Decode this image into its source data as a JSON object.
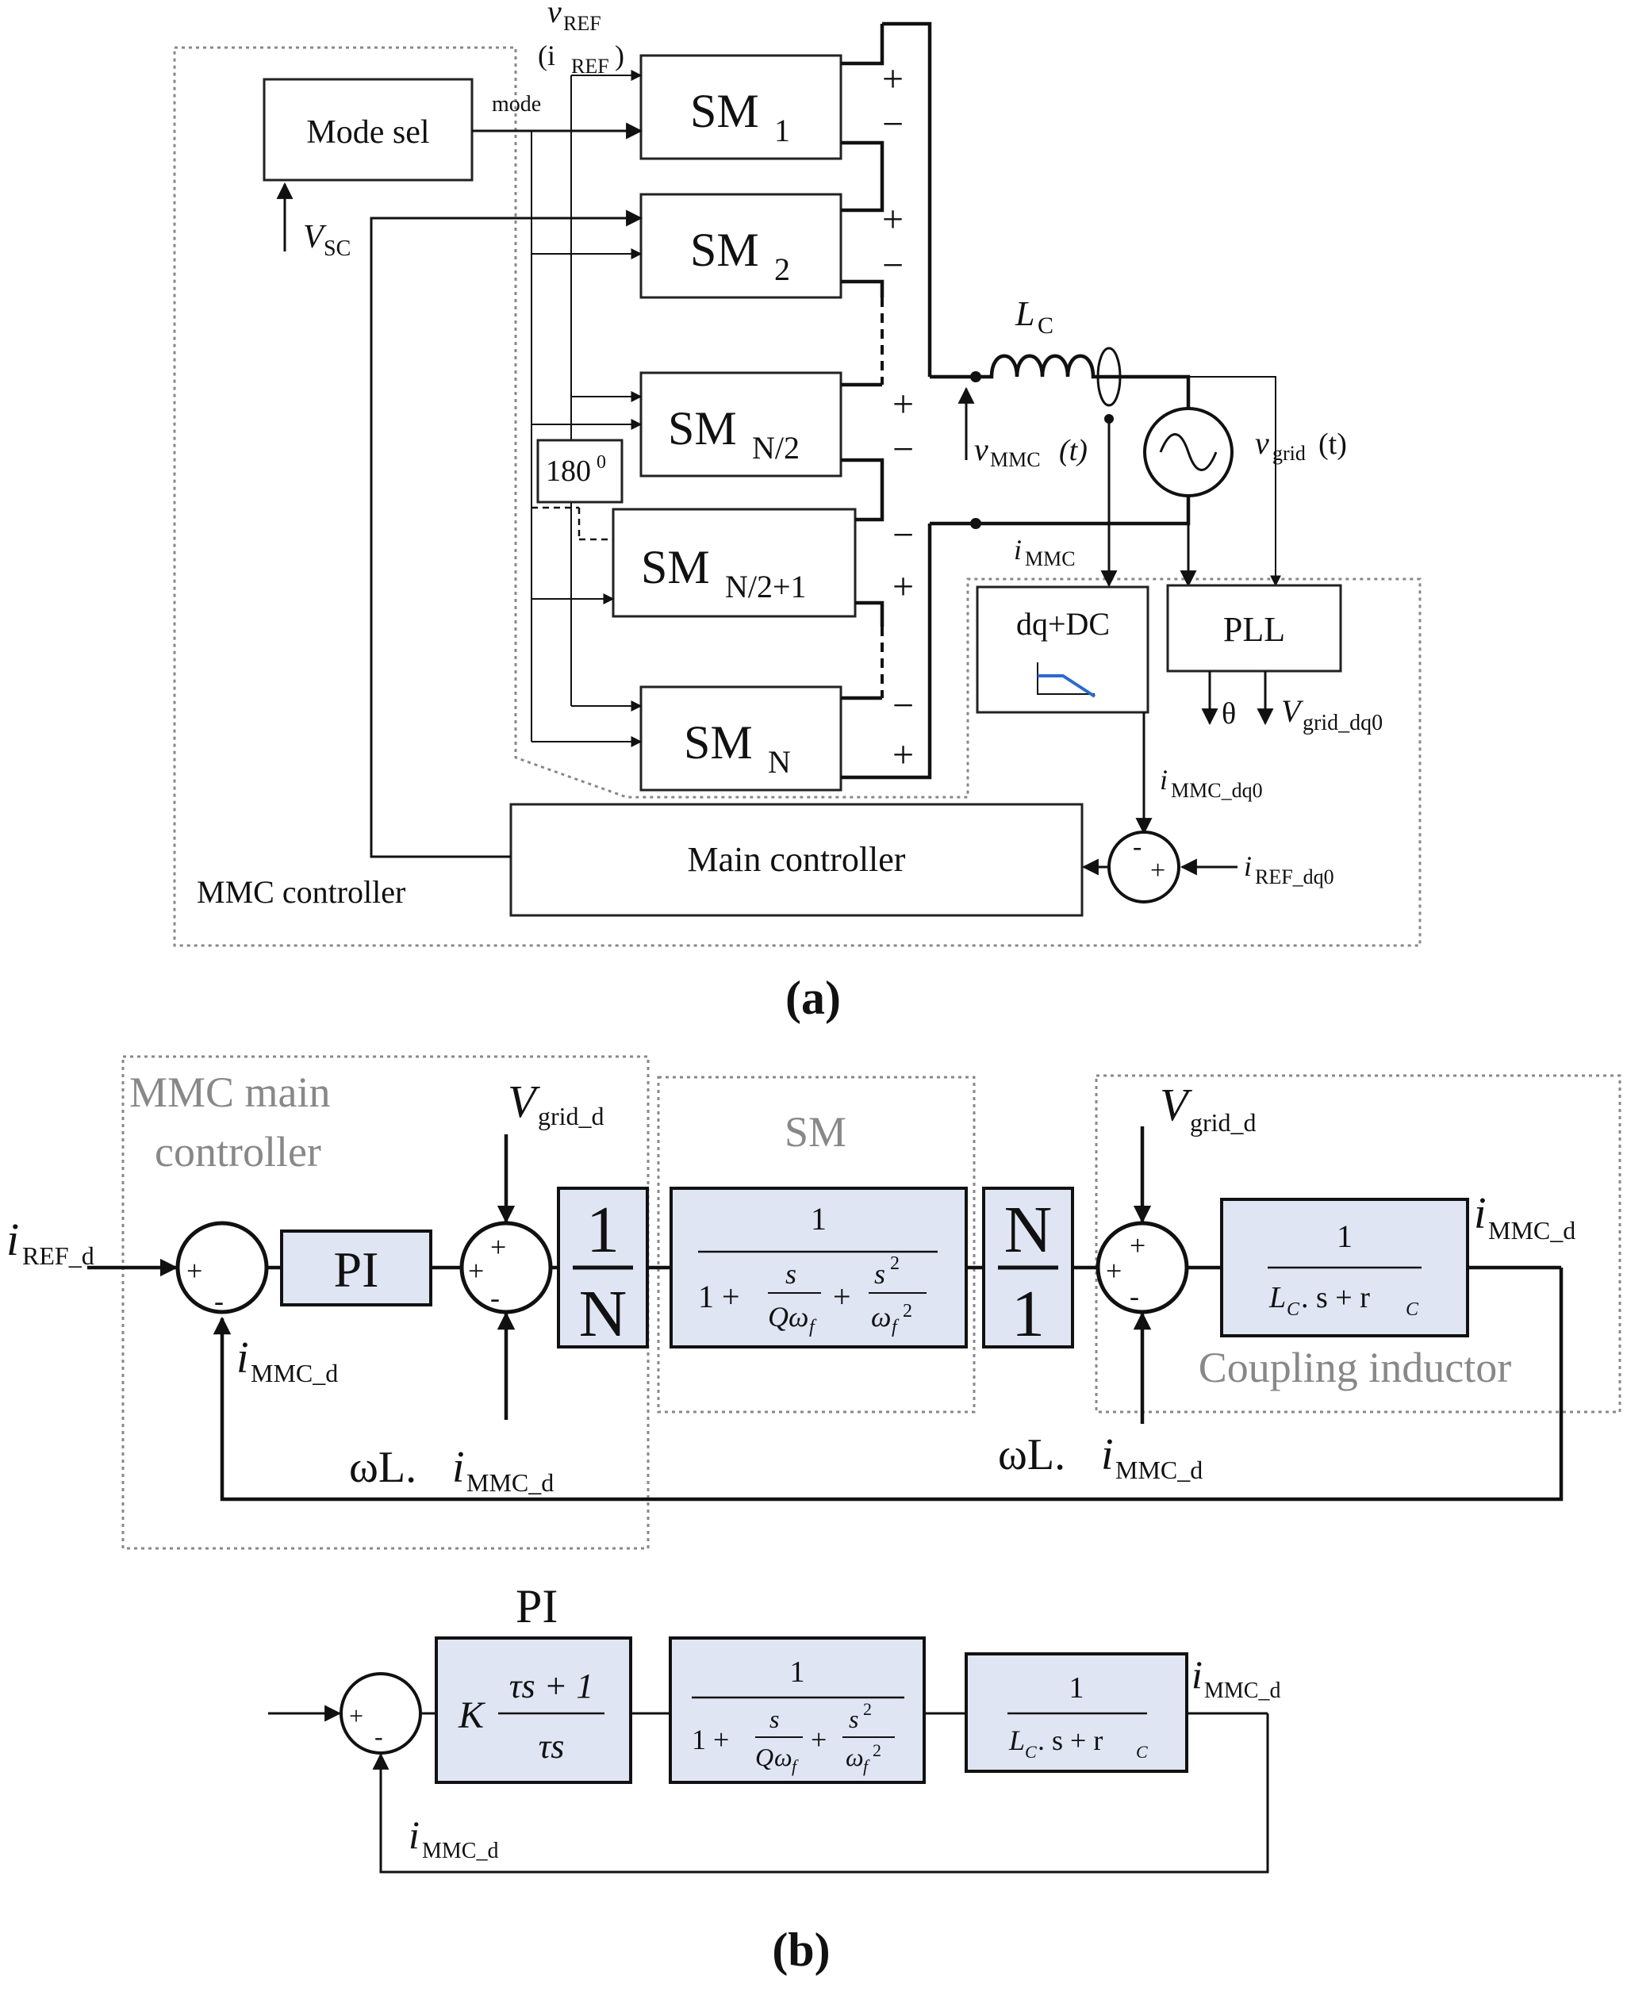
{
  "panel_a": {
    "caption": "(a)",
    "mode_sel": "Mode sel",
    "mode": "mode",
    "v_sc": "V",
    "v_sc_sub": "SC",
    "v_ref": "v",
    "v_ref_sub": "REF",
    "i_ref_open": "(i",
    "i_ref_sub": "REF",
    "i_ref_close": ")",
    "sm": "SM",
    "sm_subs": [
      "1",
      "2",
      "N/2",
      "N/2+1",
      "N"
    ],
    "phase": "180",
    "phase_sup": "0",
    "plus": "+",
    "minus": "−",
    "inductor": "L",
    "inductor_sub": "C",
    "v_mmc": "v",
    "v_mmc_sub": "MMC",
    "v_mmc_arg": "(t)",
    "v_grid": "v",
    "v_grid_sub": "grid",
    "v_grid_arg": "(t)",
    "i_mmc": "i",
    "i_mmc_sub": "MMC",
    "dq_block": "dq+DC",
    "pll": "PLL",
    "theta": "θ",
    "v_grid_dq0": "V",
    "v_grid_dq0_sub": "grid_dq0",
    "i_mmc_dq0": "i",
    "i_mmc_dq0_sub": "MMC_dq0",
    "i_ref_dq0": "i",
    "i_ref_dq0_sub": "REF_dq0",
    "main_controller": "Main controller",
    "mmc_controller": "MMC controller",
    "sum_minus": "-",
    "sum_plus": "+"
  },
  "panel_b": {
    "caption": "(b)",
    "group_main": [
      "MMC main",
      "controller"
    ],
    "group_sm": "SM",
    "group_coupling": "Coupling inductor",
    "i_ref_d": "i",
    "i_ref_d_sub": "REF_d",
    "pi": "PI",
    "v_grid_d": "V",
    "v_grid_d_sub": "grid_d",
    "gain_1n_num": "1",
    "gain_1n_den": "N",
    "gain_n1_num": "N",
    "gain_n1_den": "1",
    "tf_one": "1",
    "sm_den_lead": "1 +",
    "sm_den_s": "s",
    "sm_den_qw": "Q",
    "sm_den_w": "ω",
    "sm_den_f": "f",
    "sm_den_s2": "s",
    "sm_den_sq": "2",
    "ind_den_l": "L",
    "ind_den_c": "C",
    "ind_den_rest": ". s + r",
    "ind_den_rc": "C",
    "i_mmc_d": "i",
    "i_mmc_d_sub": "MMC_d",
    "wl": "ωL.",
    "plus": "+",
    "minus": "-"
  },
  "panel_c": {
    "pi": "PI",
    "k": "K",
    "pi_num": "τs + 1",
    "pi_den": "τs"
  }
}
